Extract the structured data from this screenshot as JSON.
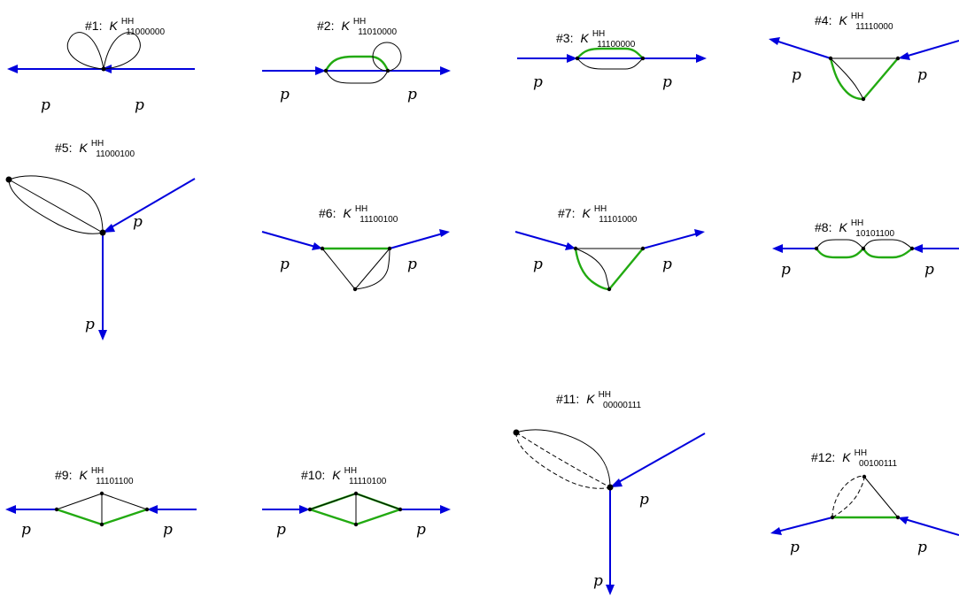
{
  "colors": {
    "external": "#0000dd",
    "massive": "#22aa11",
    "line": "#000000"
  },
  "momentum_label": "p",
  "diagrams": [
    {
      "id": "d1",
      "prefix": "#1:",
      "symbol": "K",
      "sup": "HH",
      "sub": "11000000"
    },
    {
      "id": "d2",
      "prefix": "#2:",
      "symbol": "K",
      "sup": "HH",
      "sub": "11010000"
    },
    {
      "id": "d3",
      "prefix": "#3:",
      "symbol": "K",
      "sup": "HH",
      "sub": "11100000"
    },
    {
      "id": "d4",
      "prefix": "#4:",
      "symbol": "K",
      "sup": "HH",
      "sub": "11110000"
    },
    {
      "id": "d5",
      "prefix": "#5:",
      "symbol": "K",
      "sup": "HH",
      "sub": "11000100"
    },
    {
      "id": "d6",
      "prefix": "#6:",
      "symbol": "K",
      "sup": "HH",
      "sub": "11100100"
    },
    {
      "id": "d7",
      "prefix": "#7:",
      "symbol": "K",
      "sup": "HH",
      "sub": "11101000"
    },
    {
      "id": "d8",
      "prefix": "#8:",
      "symbol": "K",
      "sup": "HH",
      "sub": "10101100"
    },
    {
      "id": "d9",
      "prefix": "#9:",
      "symbol": "K",
      "sup": "HH",
      "sub": "11101100"
    },
    {
      "id": "d10",
      "prefix": "#10:",
      "symbol": "K",
      "sup": "HH",
      "sub": "11110100"
    },
    {
      "id": "d11",
      "prefix": "#11:",
      "symbol": "K",
      "sup": "HH",
      "sub": "00000111"
    },
    {
      "id": "d12",
      "prefix": "#12:",
      "symbol": "K",
      "sup": "HH",
      "sub": "00100111"
    }
  ]
}
